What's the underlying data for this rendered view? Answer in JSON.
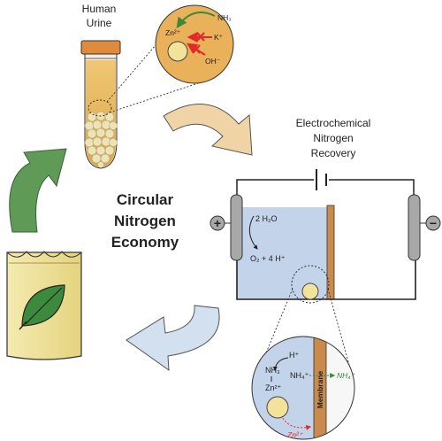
{
  "labels": {
    "urine_line1": "Human",
    "urine_line2": "Urine",
    "enr_line1": "Electrochemical",
    "enr_line2": "Nitrogen",
    "enr_line3": "Recovery",
    "cne_line1": "Circular",
    "cne_line2": "Nitrogen",
    "cne_line3": "Economy"
  },
  "top_inset": {
    "zn": "Zn²⁺",
    "nh3": "NH₃",
    "k": "K⁺",
    "oh": "OH⁻"
  },
  "cell": {
    "water": "2 H₂O",
    "products": "O₂ + 4 H⁺",
    "plus": "+",
    "minus": "−"
  },
  "bottom_inset": {
    "h": "H⁺",
    "nh3": "NH₃",
    "zn": "Zn²⁺",
    "nh4": "NH₄⁺",
    "nh4_out": "NH₄⁺",
    "zn_out": "Zn²⁺",
    "membrane": "Membrane"
  },
  "colors": {
    "arrow_orange": "#f1d4a6",
    "arrow_blue": "#d3e0ef",
    "arrow_green": "#5f9a57",
    "urine": "#e7b85a",
    "tube_cap": "#e08a3c",
    "anolyte": "#c3d3ea",
    "membrane": "#c98a4b",
    "electrode": "#a8a8a8",
    "fertilizer_bag": "#efe29e",
    "leaf": "#3b8a3e",
    "inhibit": "#e02a2a"
  }
}
